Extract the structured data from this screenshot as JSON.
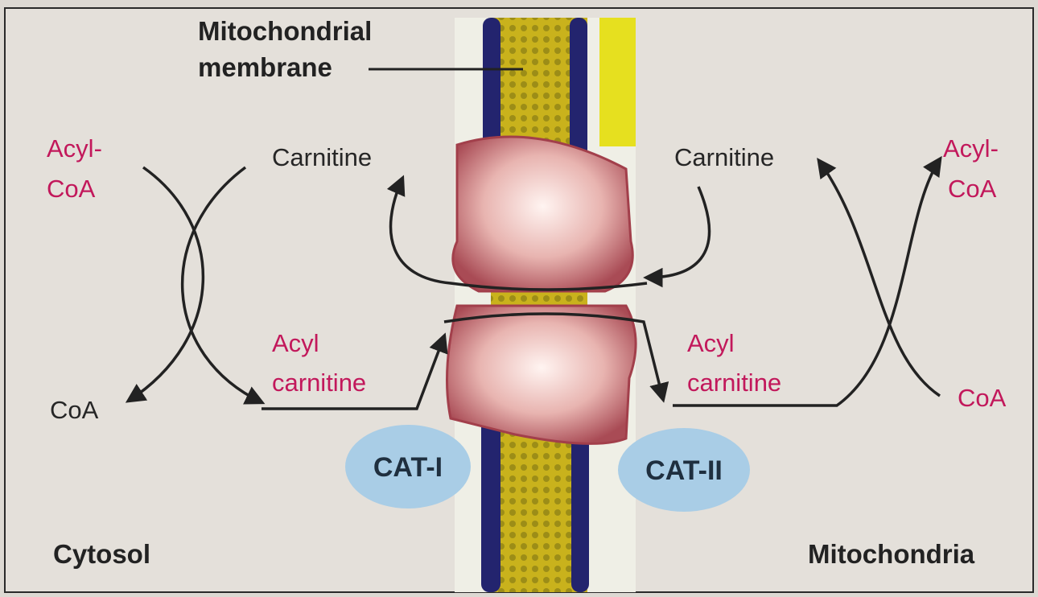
{
  "membrane_label": {
    "line1": "Mitochondrial",
    "line2": "membrane"
  },
  "cytosol": {
    "acyl_coa": {
      "line1": "Acyl-",
      "line2": "CoA"
    },
    "carnitine": "Carnitine",
    "coa": "CoA",
    "acylcarnitine": {
      "line1": "Acyl",
      "line2": "carnitine"
    },
    "region_label": "Cytosol"
  },
  "mitochondria": {
    "acyl_coa": {
      "line1": "Acyl-",
      "line2": "CoA"
    },
    "carnitine": "Carnitine",
    "coa": "CoA",
    "acylcarnitine": {
      "line1": "Acyl",
      "line2": "carnitine"
    },
    "region_label": "Mitochondria"
  },
  "enzymes": {
    "left": "CAT-I",
    "right": "CAT-II"
  },
  "colors": {
    "black_label": "#262626",
    "pink_label": "#c2185b",
    "enzyme_fill": "#a9cde6",
    "membrane_yellow": "#c9b21c",
    "membrane_blue": "#23246e",
    "transporter_pink": "#e8b4b0"
  }
}
